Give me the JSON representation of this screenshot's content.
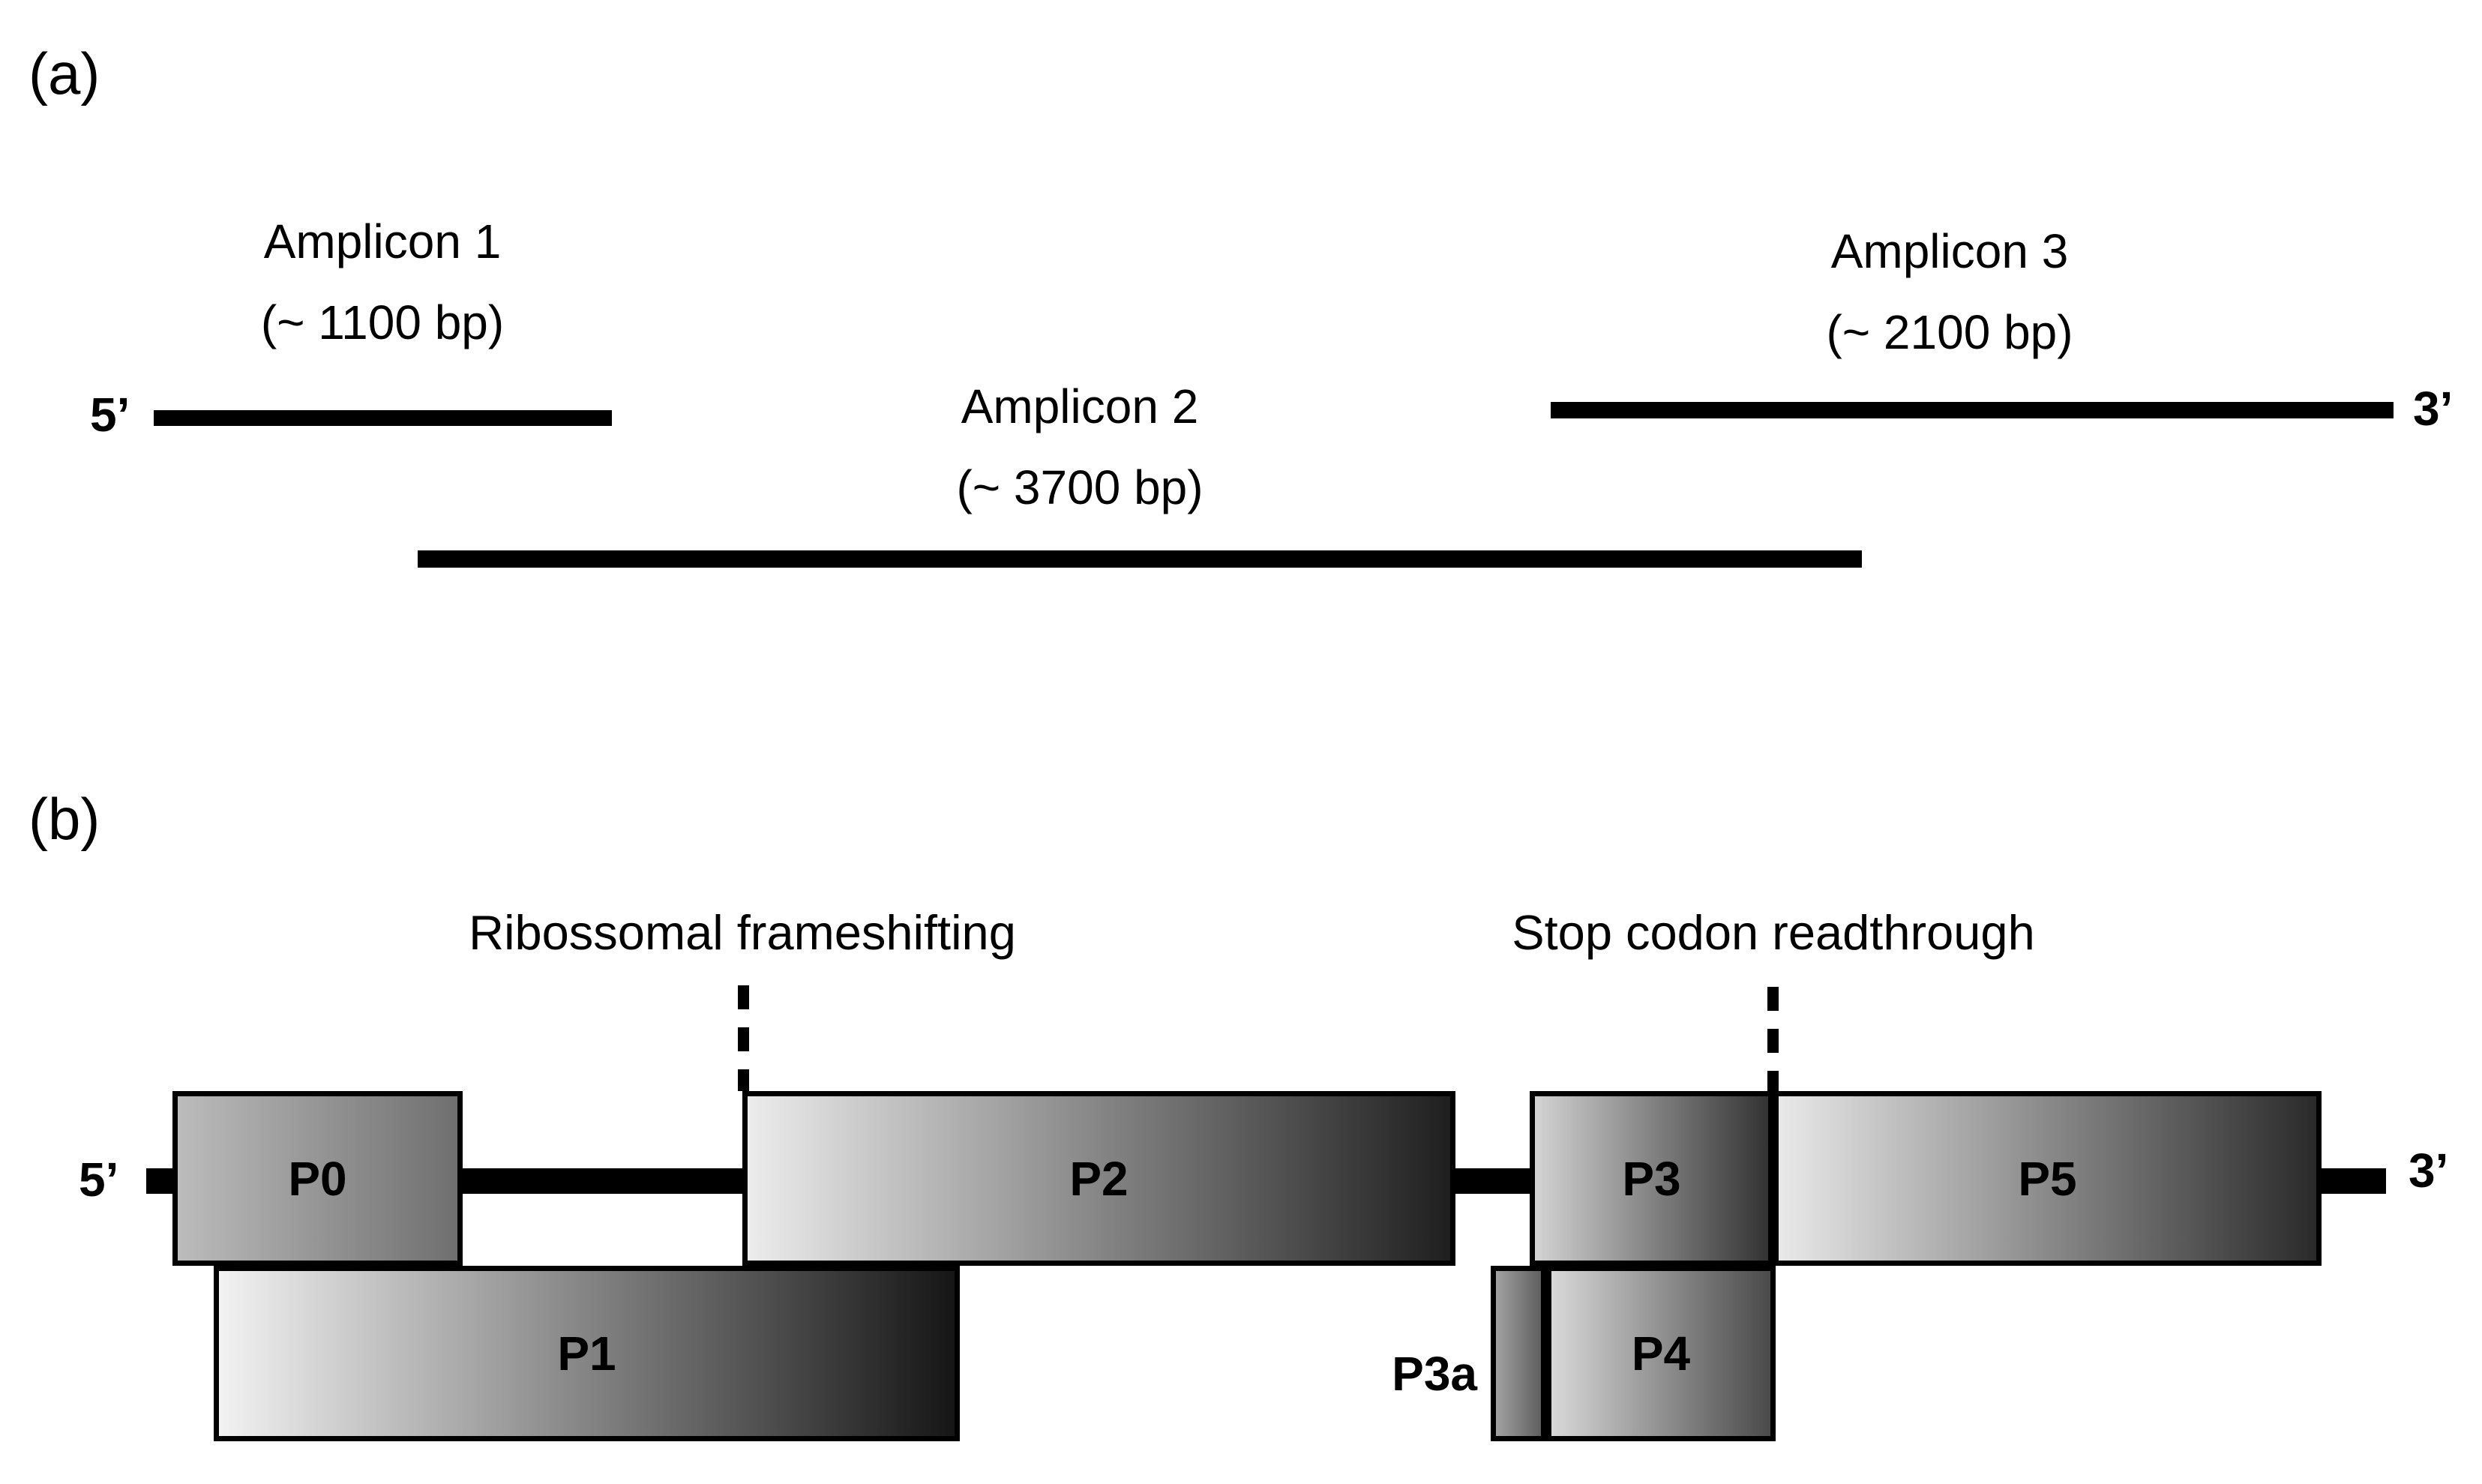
{
  "panel_a": {
    "label": "(a)",
    "five_prime": "5’",
    "three_prime": "3’",
    "amplicons": [
      {
        "name": "Amplicon 1",
        "size": "(~ 1100 bp)"
      },
      {
        "name": "Amplicon 2",
        "size": "(~ 3700 bp)"
      },
      {
        "name": "Amplicon 3",
        "size": "(~ 2100 bp)"
      }
    ]
  },
  "panel_b": {
    "label": "(b)",
    "five_prime": "5’",
    "three_prime": "3’",
    "annotations": [
      {
        "label": "Ribossomal frameshifting"
      },
      {
        "label": "Stop codon readthrough"
      }
    ],
    "orfs": [
      {
        "name": "P0",
        "gradient": [
          "#bcbcbc",
          "#6f6f6f"
        ]
      },
      {
        "name": "P1",
        "gradient": [
          "#f2f2f2",
          "#161616"
        ]
      },
      {
        "name": "P2",
        "gradient": [
          "#ececec",
          "#1f1f1f"
        ]
      },
      {
        "name": "P3",
        "gradient": [
          "#d3d3d3",
          "#333333"
        ]
      },
      {
        "name": "P3a",
        "gradient": [
          "#a2a2a2",
          "#5f5f5f"
        ]
      },
      {
        "name": "P4",
        "gradient": [
          "#d8d8d8",
          "#4a4a4a"
        ]
      },
      {
        "name": "P5",
        "gradient": [
          "#e9e9e9",
          "#2a2a2a"
        ]
      }
    ]
  },
  "colors": {
    "background": "#ffffff",
    "line": "#000000",
    "text": "#000000",
    "box_border": "#000000"
  }
}
